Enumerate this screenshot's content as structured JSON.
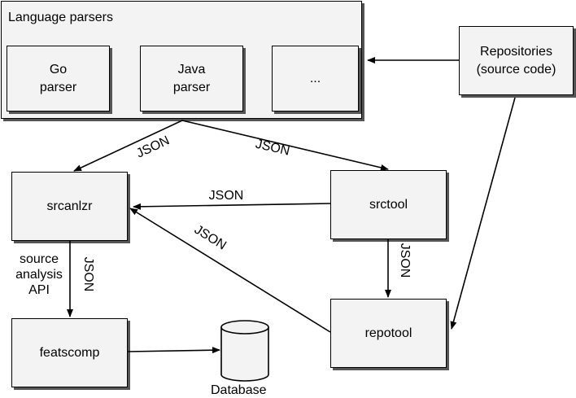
{
  "container": {
    "title": "Language parsers"
  },
  "parsers": {
    "go": "Go\nparser",
    "java": "Java\nparser",
    "more": "..."
  },
  "nodes": {
    "repositories": "Repositories\n(source code)",
    "srcanlzr": "srcanlzr",
    "srctool": "srctool",
    "featscomp": "featscomp",
    "repotool": "repotool",
    "database": "Database"
  },
  "edges": {
    "parsers_to_srcanlzr": "JSON",
    "parsers_to_srctool": "JSON",
    "srctool_to_srcanlzr": "JSON",
    "repotool_to_srcanlzr": "JSON",
    "srctool_to_repotool": "JSON",
    "srcanlzr_to_featscomp": "JSON"
  },
  "side_label": "source\nanalysis\nAPI"
}
